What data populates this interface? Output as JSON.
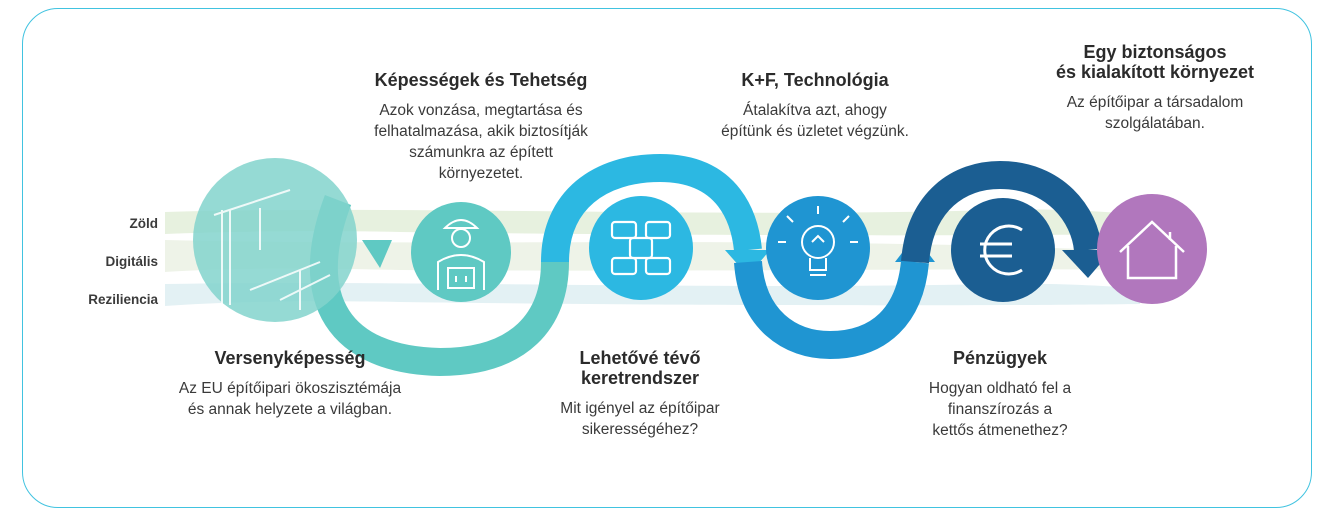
{
  "bands": [
    "Zöld",
    "Digitális",
    "Reziliencia"
  ],
  "steps": [
    {
      "title": "Versenyképesség",
      "desc": "Az EU építőipari ökoszisztémája\nés annak helyzete a világban.",
      "icon": "construction-cranes-icon",
      "color": "#7fd0cc"
    },
    {
      "title": "Képességek és Tehetség",
      "desc": "Azok vonzása, megtartása és\nfelhatalmazása, akik biztosítják\nszámunkra az épített\nkörnyezetet.",
      "icon": "worker-icon",
      "color": "#5bc7c4"
    },
    {
      "title": "Lehetővé tévő\nkeretrendszer",
      "desc": "Mit igényel az építőipar\nsikerességéhez?",
      "icon": "joined-hands-icon",
      "color": "#2bb7e0"
    },
    {
      "title": "K+F, Technológia",
      "desc": "Átalakítva azt, ahogy\népítünk és üzletet végzünk.",
      "icon": "lightbulb-icon",
      "color": "#1f93cf"
    },
    {
      "title": "Pénzügyek",
      "desc": "Hogyan oldható fel a\nfinanszírozás a\nkettős átmenethez?",
      "icon": "euro-icon",
      "color": "#1b5e92"
    },
    {
      "title": "Egy biztonságos\nés kialakított környezet",
      "desc": "Az építőipar a társadalom\nszolgálatában.",
      "icon": "house-icon",
      "color": "#b177bd"
    }
  ]
}
